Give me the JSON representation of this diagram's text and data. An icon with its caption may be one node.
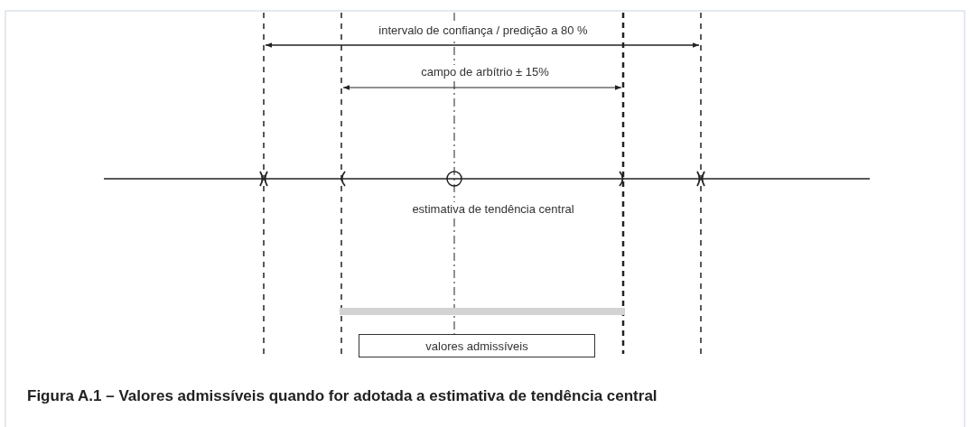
{
  "diagram": {
    "caption": "Figura A.1 – Valores admissíveis quando for adotada a estimativa de tendência central",
    "nodes": [
      {
        "text": [
          "valores admissíveis"
        ]
      }
    ],
    "labels": [
      "intervalo de confiança / predição a 80 %",
      "campo de arbítrio ± 15%",
      "estimativa de tendência central"
    ]
  }
}
